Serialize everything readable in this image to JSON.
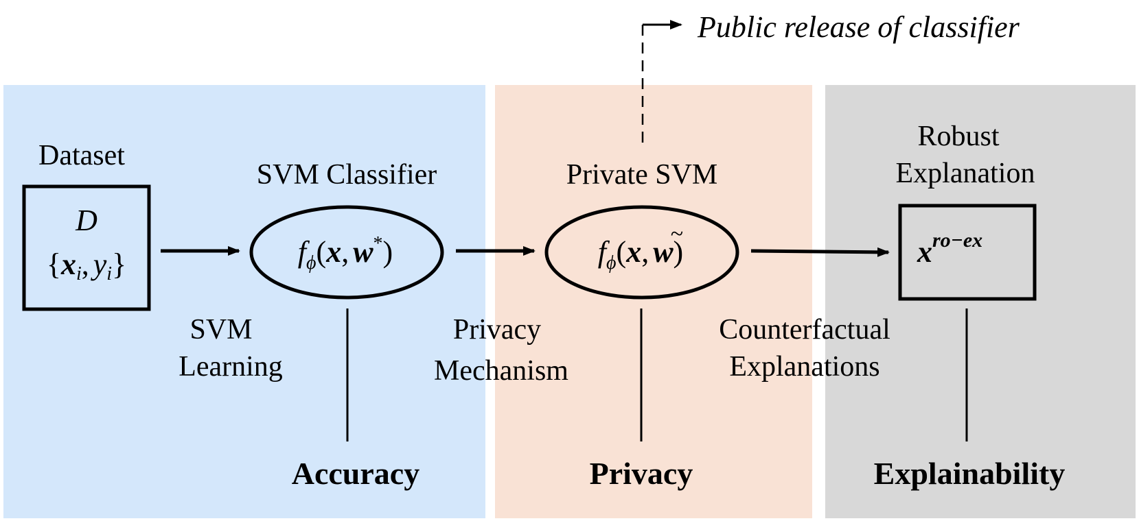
{
  "colors": {
    "panel_blue": "#d4e7fb",
    "panel_orange": "#f9e2d5",
    "panel_gray": "#d8d8d8",
    "stroke": "#000000"
  },
  "top": {
    "public_release": "Public release of classifier"
  },
  "dataset": {
    "title": "Dataset",
    "symbol": "D",
    "set_open": "{",
    "x": "x",
    "x_sub": "i",
    "comma": ",",
    "y": "y",
    "y_sub": "i",
    "set_close": "}"
  },
  "svm_classifier": {
    "title": "SVM Classifier",
    "f": "f",
    "f_sub": "ϕ",
    "open": "(",
    "x": "x",
    "comma": ",",
    "w": "w",
    "w_sup": "*",
    "close": ")"
  },
  "private_svm": {
    "title": "Private SVM",
    "f": "f",
    "f_sub": "ϕ",
    "open": "(",
    "x": "x",
    "comma": ",",
    "w": "w",
    "tilde": "~",
    "close": ")"
  },
  "robust_explanation": {
    "title_line1": "Robust",
    "title_line2": "Explanation",
    "x": "x",
    "x_sup": "ro−ex"
  },
  "edges": {
    "svm_learning_line1": "SVM",
    "svm_learning_line2": "Learning",
    "privacy_mechanism_line1": "Privacy",
    "privacy_mechanism_line2": "Mechanism",
    "counterfactual_line1": "Counterfactual",
    "counterfactual_line2": "Explanations"
  },
  "outcomes": {
    "accuracy": "Accuracy",
    "privacy": "Privacy",
    "explainability": "Explainability"
  }
}
